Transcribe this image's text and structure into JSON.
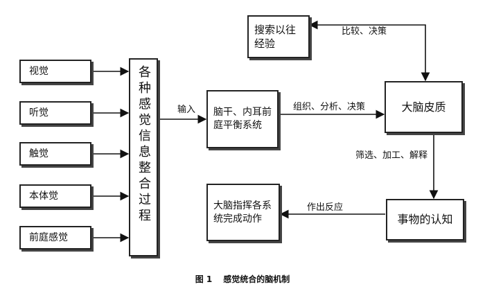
{
  "senses": [
    "视觉",
    "听觉",
    "触觉",
    "本体觉",
    "前庭感觉"
  ],
  "integration": "各种感觉信息整合过程",
  "brainstem": "脑干、内耳前庭平衡系统",
  "memory": "搜索以往经验",
  "cortex": "大脑皮质",
  "cognition": "事物的认知",
  "command": "大脑指挥各系统完成动作",
  "edge_labels": {
    "input": "输入",
    "compare": "比较、决策",
    "organize": "组织、分析、决策",
    "filter": "筛选、加工、解释",
    "respond": "作出反应"
  },
  "caption": {
    "number": "图 1",
    "title": "感觉统合的脑机制"
  }
}
